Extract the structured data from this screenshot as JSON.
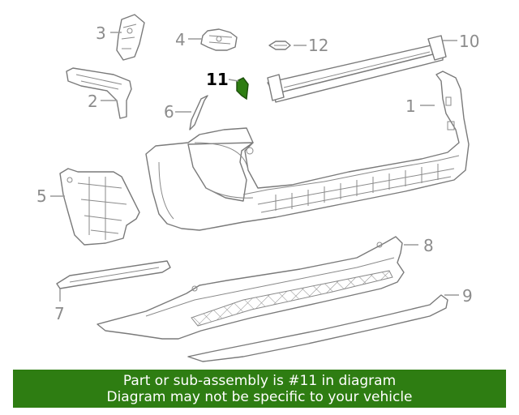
{
  "diagram": {
    "callouts": [
      "1",
      "2",
      "3",
      "4",
      "5",
      "6",
      "7",
      "8",
      "9",
      "10",
      "11",
      "12"
    ],
    "highlight_color": "#2e7d12"
  },
  "banner": {
    "line1": "Part or sub-assembly is #11 in diagram",
    "line2": "Diagram may not be specific to your vehicle",
    "background": "#2e7d12"
  }
}
